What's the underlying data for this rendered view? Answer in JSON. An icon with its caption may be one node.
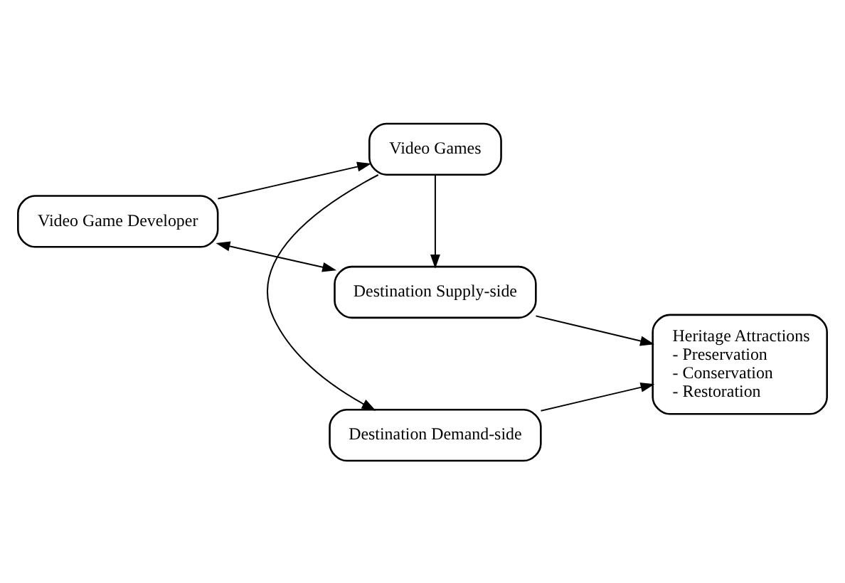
{
  "diagram": {
    "nodes": [
      {
        "text": [
          "Video Game Developer"
        ]
      },
      {
        "text": [
          "Destination Demand-side"
        ]
      },
      {
        "text": [
          "Video Games"
        ]
      },
      {
        "text": [
          "Heritage Attractions",
          "- Preservation",
          "- Conservation",
          "- Restoration"
        ]
      },
      {
        "text": [
          "Destination Supply-side"
        ]
      }
    ],
    "edges": [
      {
        "from": 0,
        "to": 2,
        "arrow": "to"
      },
      {
        "from": 2,
        "to": 1,
        "arrow": "to"
      },
      {
        "from": 2,
        "to": 4,
        "arrow": "to"
      },
      {
        "from": 1,
        "to": 3,
        "arrow": "to"
      },
      {
        "from": 4,
        "to": 3,
        "arrow": "to"
      },
      {
        "from": 0,
        "to": 4,
        "arrow": "both"
      }
    ]
  }
}
